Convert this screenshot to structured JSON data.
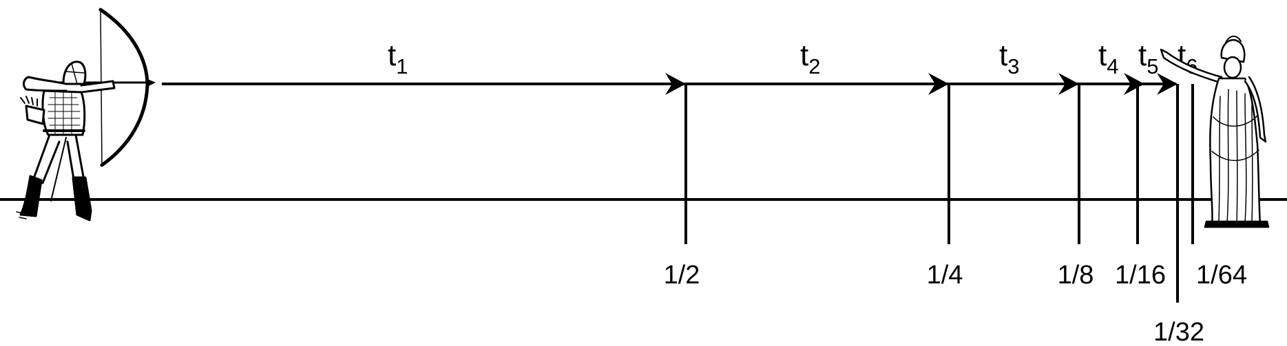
{
  "figure": {
    "colors": {
      "ink": "#000000",
      "background": "#ffffff"
    },
    "archer": {
      "name": "archer-figure"
    },
    "statue": {
      "name": "athena-statue"
    },
    "segments": [
      {
        "base": "t",
        "sub": "1"
      },
      {
        "base": "t",
        "sub": "2"
      },
      {
        "base": "t",
        "sub": "3"
      },
      {
        "base": "t",
        "sub": "4"
      },
      {
        "base": "t",
        "sub": "5"
      },
      {
        "base": "t",
        "sub": "6"
      }
    ],
    "remaining_fractions": [
      "1/2",
      "1/4",
      "1/8",
      "1/16",
      "1/32",
      "1/64"
    ]
  }
}
